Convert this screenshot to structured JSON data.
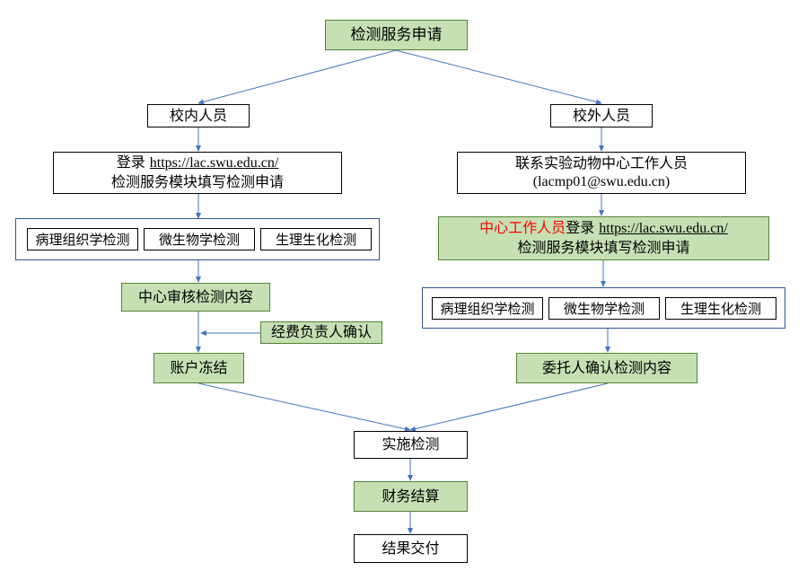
{
  "nodes": {
    "apply": "检测服务申请",
    "internal": "校内人员",
    "external": "校外人员",
    "internal_login_prefix": "登录 ",
    "internal_login_url": "https://lac.swu.edu.cn/",
    "internal_login_line2": "检测服务模块填写检测申请",
    "contact_line1": "联系实验动物中心工作人员",
    "contact_line2": "(lacmp01@swu.edu.cn)",
    "staff_red": "中心工作人员",
    "staff_login_mid": "登录 ",
    "staff_login_url": "https://lac.swu.edu.cn/",
    "staff_login_line2": "检测服务模块填写检测申请",
    "left_tests": [
      "病理组织学检测",
      "微生物学检测",
      "生理生化检测"
    ],
    "right_tests": [
      "病理组织学检测",
      "微生物学检测",
      "生理生化检测"
    ],
    "review": "中心审核检测内容",
    "funding_confirm": "经费负责人确认",
    "freeze": "账户冻结",
    "client_confirm": "委托人确认检测内容",
    "execute": "实施检测",
    "settle": "财务结算",
    "deliver": "结果交付"
  },
  "colors": {
    "green_fill": "#c6e0b4",
    "green_border": "#548235",
    "connector": "#4472c4",
    "highlight": "#ff0000"
  }
}
